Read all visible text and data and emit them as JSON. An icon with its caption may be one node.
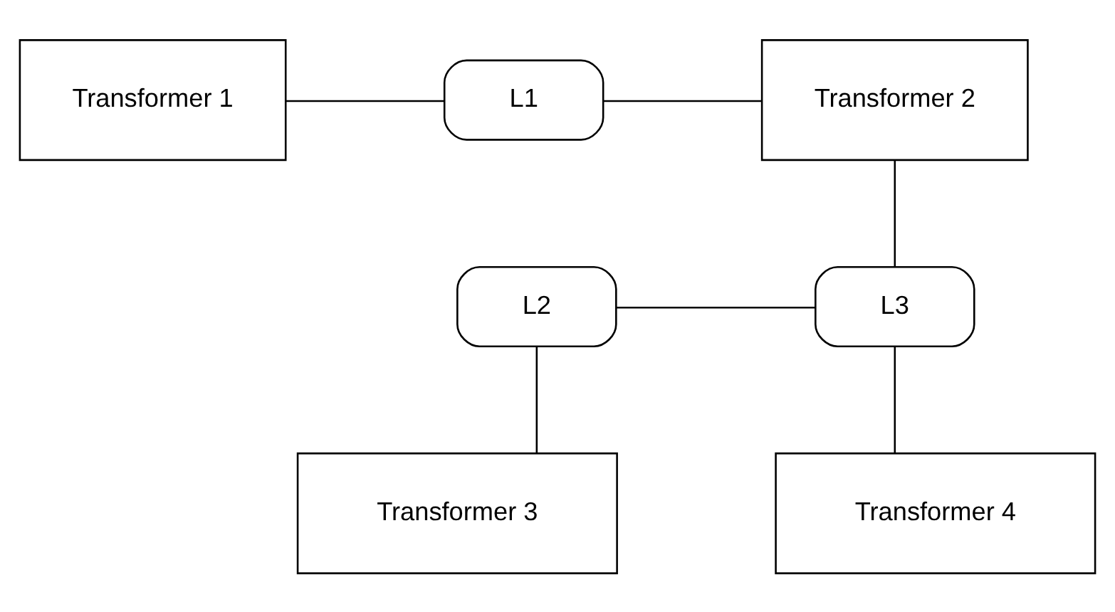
{
  "diagram": {
    "nodes": [
      {
        "text": [
          "Transformer 1"
        ]
      },
      {
        "text": [
          "L1"
        ]
      },
      {
        "text": [
          "Transformer 2"
        ]
      },
      {
        "text": [
          "L2"
        ]
      },
      {
        "text": [
          "L3"
        ]
      },
      {
        "text": [
          "Transformer 3"
        ]
      },
      {
        "text": [
          "Transformer 4"
        ]
      }
    ],
    "edges": [
      {
        "from": 0,
        "to": 1,
        "arrow": "none"
      },
      {
        "from": 1,
        "to": 2,
        "arrow": "none"
      },
      {
        "from": 2,
        "to": 4,
        "arrow": "none"
      },
      {
        "from": 3,
        "to": 4,
        "arrow": "none"
      },
      {
        "from": 3,
        "to": 5,
        "arrow": "none"
      },
      {
        "from": 4,
        "to": 6,
        "arrow": "none"
      }
    ]
  }
}
